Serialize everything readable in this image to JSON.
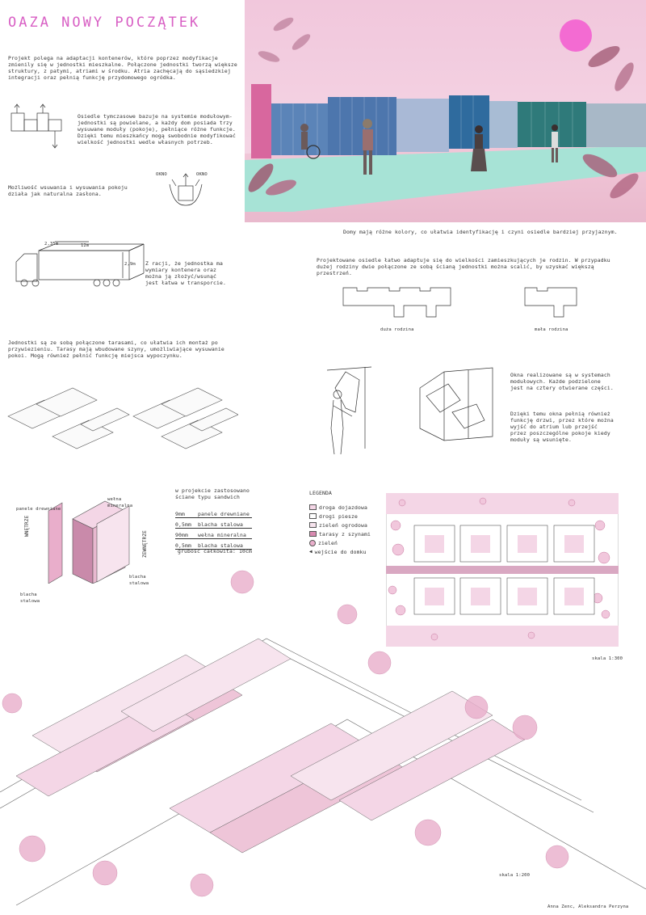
{
  "title": "OAZA NOWY POCZĄTEK",
  "intro": "Projekt polega na adaptacji kontenerów, które poprzez modyfikacje zmienily się w jednostki mieszkalne. Połączone jednostki tworzą większe struktury, z patymi, atriami w środku. Atria zachęcają do sąsiedzkiej integracji oraz pełnią funkcję przydomowego ogródka.",
  "modular_text": "Osiedle tymczasowe bazuje na systemie modułowym- jednostki są powielane, a każdy dom posiada trzy wysuwane moduły (pokoje), pełniące różne funkcje. Dzięki temu mieszkańcy mogą swobodnie modyfikować wielkość jednostki wedle własnych potrzeb.",
  "slide_text": "Możliwość wsuwania i wysuwania pokoju działa jak naturalna zasłona.",
  "okno_left": "OKNO",
  "okno_right": "OKNO",
  "hero_caption": "Domy mają różne kolory, co ułatwia identyfikację i czyni osiedle bardziej przyjaznym.",
  "truck": {
    "dim_width": "2,35m",
    "dim_length": "12m",
    "dim_height": "2,9m"
  },
  "transport_text": "Z racji, że jednostka ma wymiary kontenera oraz można ją złożyć/wsunąć jest łatwa w transporcie.",
  "family_text": "Projektowane osiedle łatwo adaptuje się do wielkości zamieszkujących je rodzin. W przypadku dużej rodziny dwie połączone ze sobą ścianą jednostki można scalić, by uzyskać większą przestrzeń.",
  "family_big": "duża rodzina",
  "family_small": "mała rodzina",
  "terrace_text": "Jednostki są ze sobą połączone tarasami, co ułatwia ich montaż po przywiezieniu. Tarasy mają wbudowane szyny, umożliwiające wysuwanie pokoi. Mogą również pełnić funkcję miejsca wypoczynku.",
  "windows_text1": "Okna realizowane są w systemach modułowych. Każde podzielone jest na cztery otwierane części.",
  "windows_text2": "Dzięki temu okna pełnią również funkcję drzwi, przez które można wyjść do atrium lub przejść przez poszczególne pokoje kiedy moduły są wsunięte.",
  "wall": {
    "label_inside": "WNĘTRZE",
    "label_outside": "ZEWNĘTRZE",
    "label_panels": "panele drewniane",
    "label_wool": "wełna mineralna",
    "label_steel1": "blacha stalowa",
    "label_steel2": "blacha stalowa",
    "heading": "w projekcie zastosowano ściane typu sandwich",
    "rows": [
      {
        "thickness": "9mm",
        "material": "panele drewniane"
      },
      {
        "thickness": "0,5mm",
        "material": "blacha stalowa"
      },
      {
        "thickness": "90mm",
        "material": "wełna mineralna"
      },
      {
        "thickness": "0,5mm",
        "material": "blacha stalowa"
      }
    ],
    "total": "grubość całkowita: 10cm"
  },
  "legend": {
    "heading": "LEGENDA",
    "items": [
      "droga dojazdowa",
      "drogi piesze",
      "zieleń ogrodowa",
      "tarasy z szynami",
      "zieleń",
      "wejście do domku"
    ]
  },
  "scale_plan": "skala 1:300",
  "scale_axo": "skala 1:200",
  "authors": "Anna Zenc, Aleksandra Perzyna",
  "colors": {
    "accent": "#d85fc4",
    "pink_light": "#f4d6e6",
    "pink_mid": "#e9aecb",
    "container_blue": "#4a73a8",
    "mint": "#9fe0d4"
  }
}
